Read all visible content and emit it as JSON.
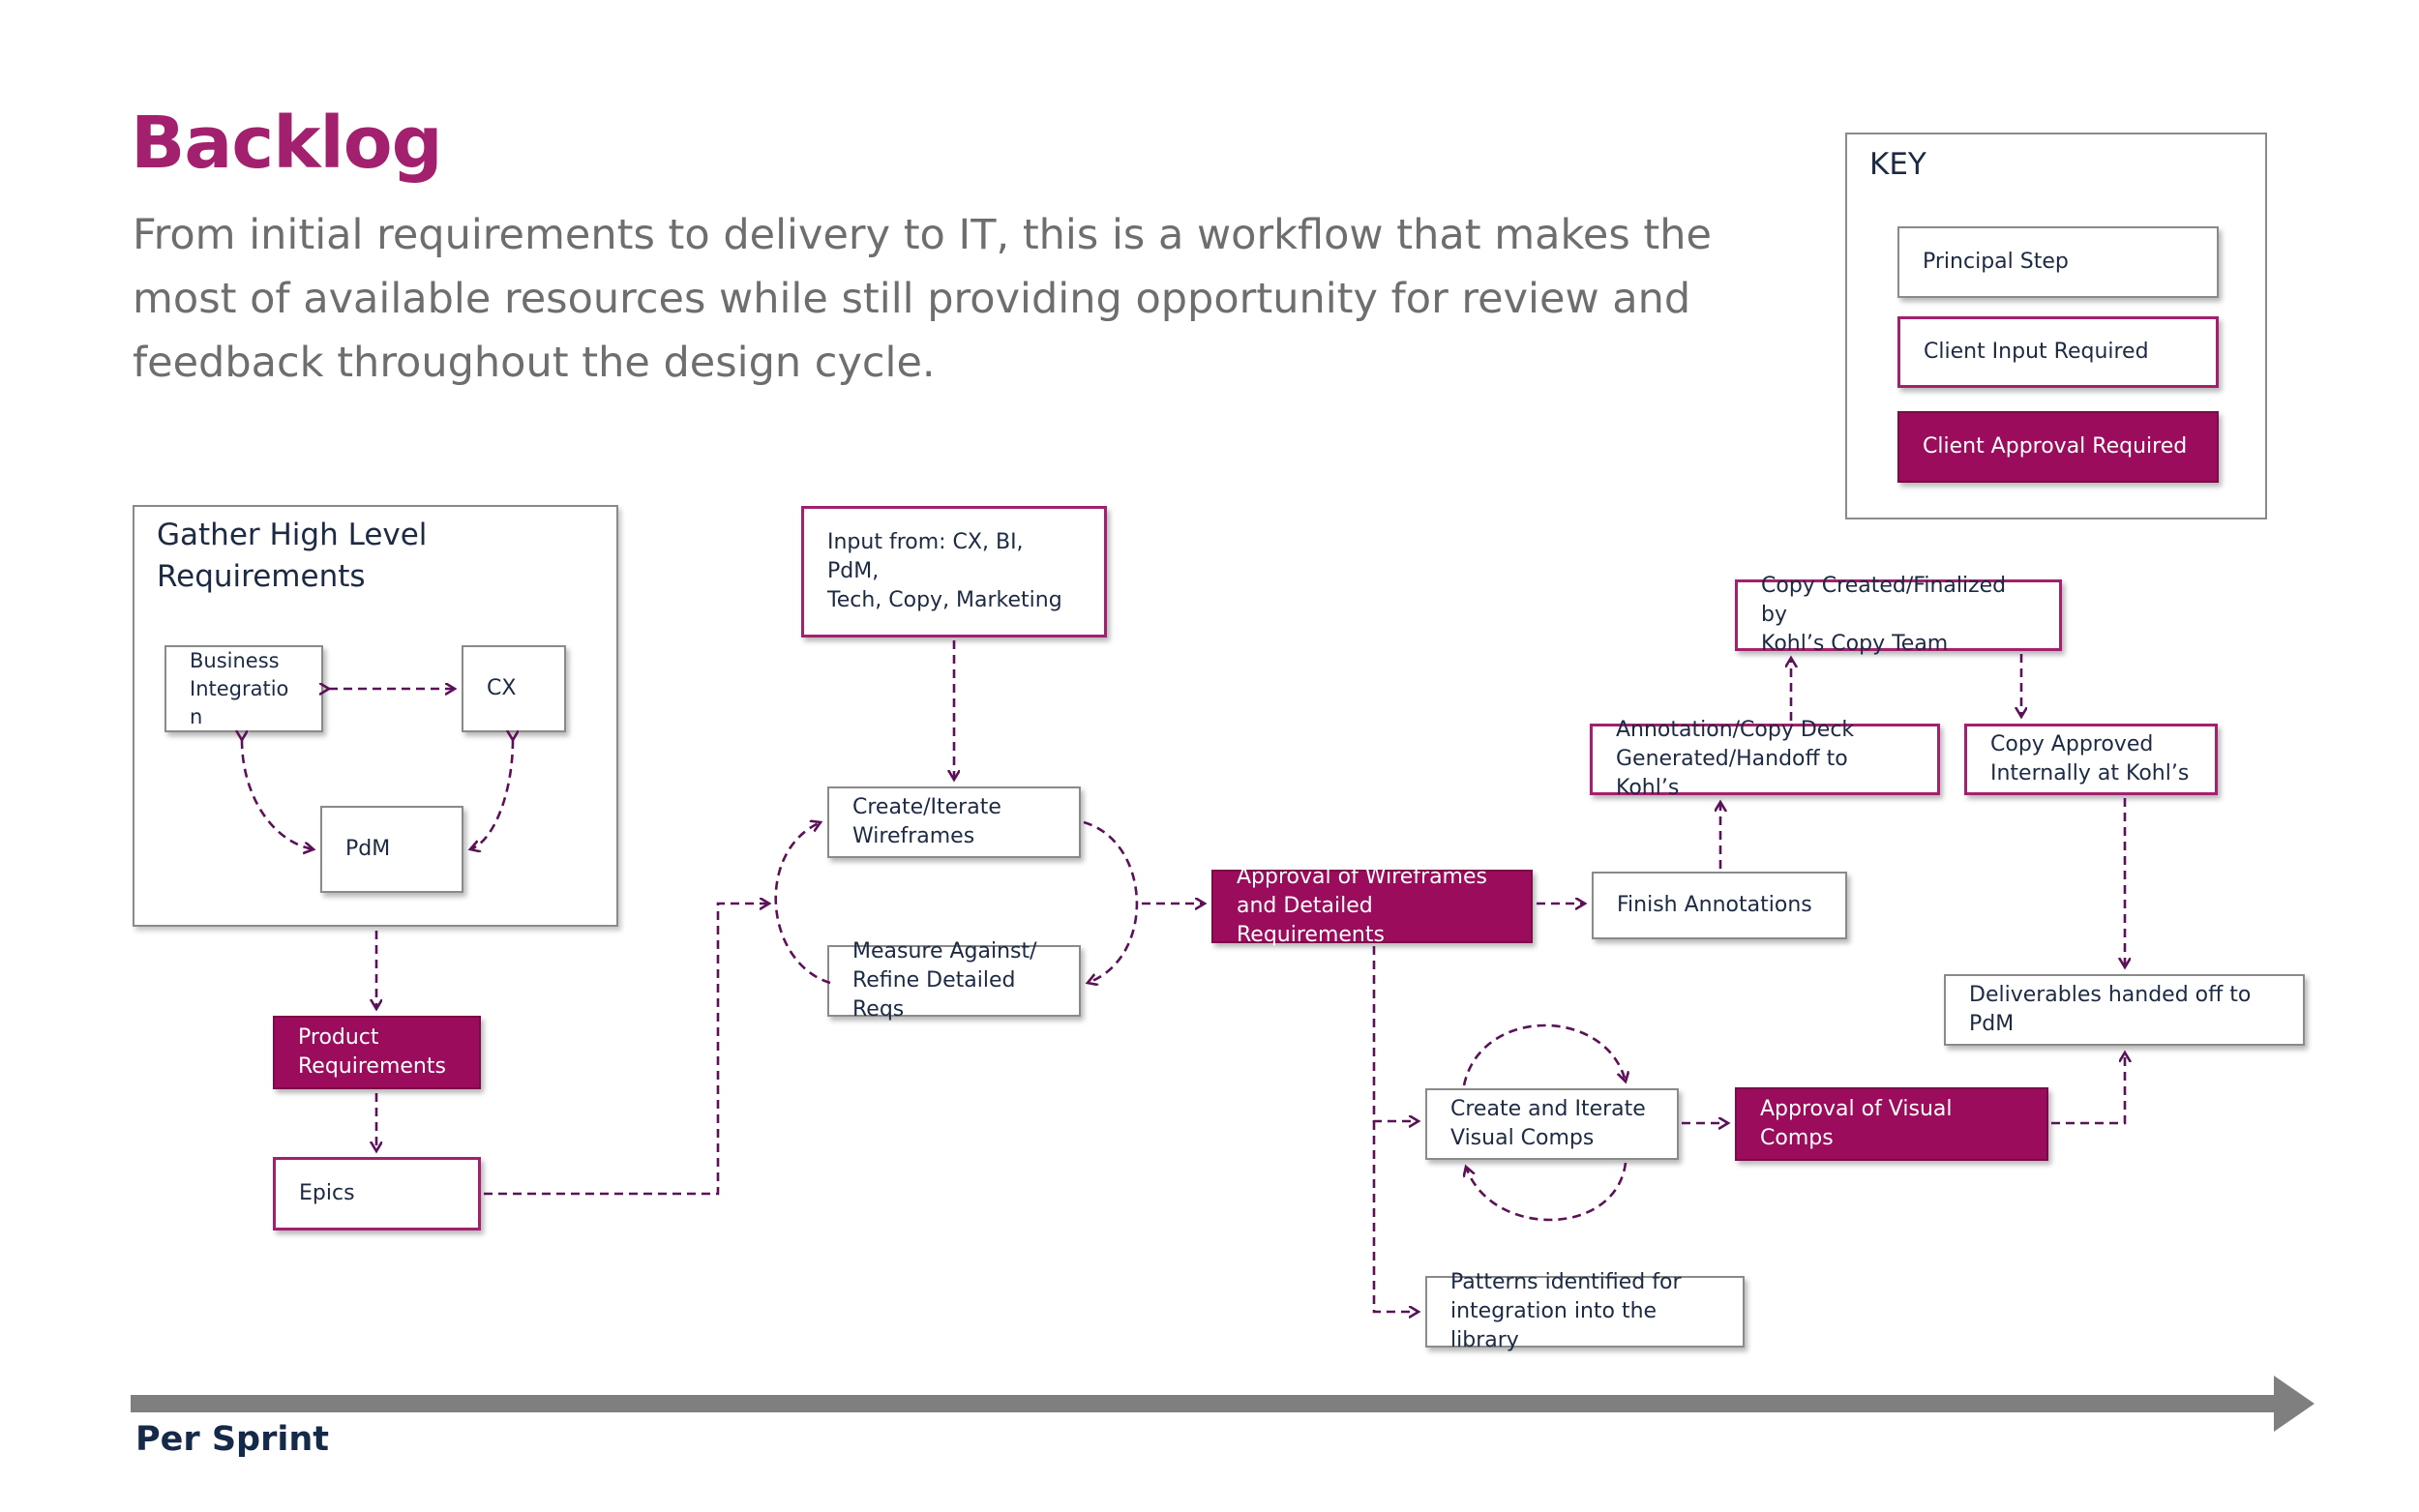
{
  "header": {
    "title": "Backlog",
    "subtitle": "From initial requirements to delivery to IT, this is a workflow that makes the most of available resources while still providing opportunity for review and feedback throughout the design cycle."
  },
  "key": {
    "title": "KEY",
    "items": [
      {
        "label": "Principal Step",
        "style": "principal"
      },
      {
        "label": "Client Input Required",
        "style": "client-input"
      },
      {
        "label": "Client Approval Required",
        "style": "client-approval"
      }
    ]
  },
  "colors": {
    "brand": "#a3206e",
    "approval_fill": "#9b0d5c",
    "connector": "#5c1057",
    "border_gray": "#8a8a8a",
    "text_dark": "#1c2a44",
    "timeline": "#7f7f7f"
  },
  "gather": {
    "title": "Gather High Level\nRequirements",
    "business": "Business\nIntegratio\nn",
    "cx": "CX",
    "pdm": "PdM"
  },
  "nodes": {
    "product_requirements": "Product\nRequirements",
    "epics": "Epics",
    "input_from": "Input from: CX, BI, PdM,\nTech, Copy,  Marketing",
    "create_wireframes": "Create/Iterate\nWireframes",
    "measure": "Measure Against/\nRefine Detailed Reqs",
    "approval_wireframes": "Approval of Wireframes\nand Detailed Requirements",
    "finish_annotations": "Finish Annotations",
    "annotation_copy_deck": "Annotation/Copy Deck\nGenerated/Handoff to Kohl’s",
    "copy_created": "Copy Created/Finalized by\nKohl’s Copy Team",
    "copy_approved": "Copy Approved\nInternally at Kohl’s",
    "deliverables": "Deliverables handed off to PdM",
    "visual_comps": "Create and Iterate\nVisual Comps",
    "approval_visual": "Approval of Visual Comps",
    "patterns": "Patterns identified for\nintegration into the library"
  },
  "timeline": {
    "label": "Per Sprint"
  }
}
